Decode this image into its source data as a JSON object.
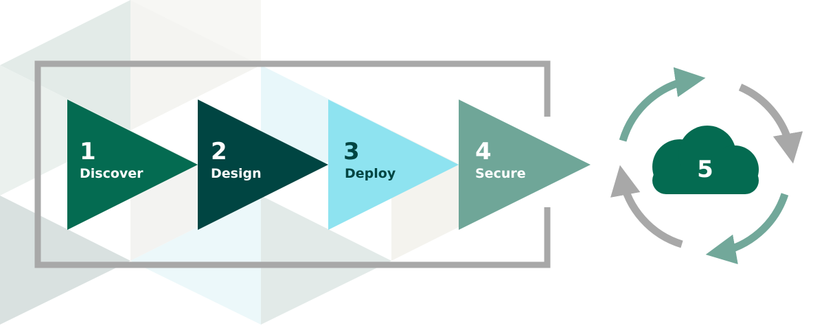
{
  "steps": [
    {
      "number": "1",
      "label": "Discover",
      "color": "#046b51",
      "text_color": "#ffffff"
    },
    {
      "number": "2",
      "label": "Design",
      "color": "#004542",
      "text_color": "#ffffff"
    },
    {
      "number": "3",
      "label": "Deploy",
      "color": "#8ee3f0",
      "text_color": "#004542"
    },
    {
      "number": "4",
      "label": "Secure",
      "color": "#6fa698",
      "text_color": "#ffffff"
    }
  ],
  "cycle": {
    "number": "5",
    "cloud_color": "#046b51",
    "arrow_colors": {
      "green": "#72a89a",
      "gray": "#a8a8a8"
    }
  },
  "frame_color": "#a8a8a8"
}
